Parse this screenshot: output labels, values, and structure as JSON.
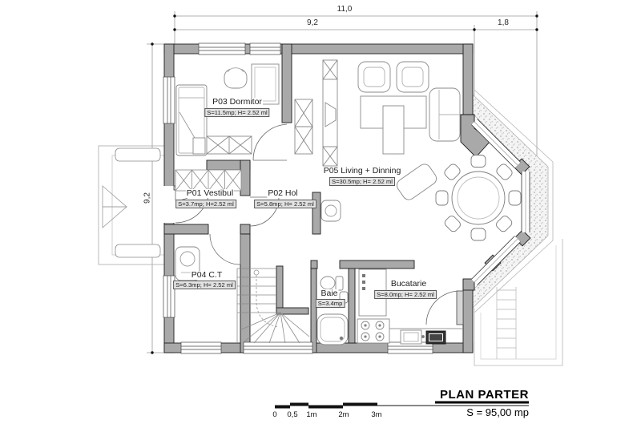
{
  "dimensions": {
    "top_total": "11,0",
    "top_left": "9,2",
    "top_right": "1,8",
    "left_height": "9,2"
  },
  "rooms": [
    {
      "id": "P03",
      "name": "P03 Dormitor",
      "details": "S=11.5mp; H= 2.52 ml"
    },
    {
      "id": "P01",
      "name": "P01 Vestibul",
      "details": "S=3.7mp; H=2.52 ml"
    },
    {
      "id": "P02",
      "name": "P02 Hol",
      "details": "S=5.8mp; H= 2.52 ml"
    },
    {
      "id": "P05",
      "name": "P05 Living + Dinning",
      "details": "S=30.5mp; H= 2.52 ml"
    },
    {
      "id": "P04",
      "name": "P04 C.T",
      "details": "S=6.3mp; H= 2.52 ml"
    },
    {
      "id": "BAIE",
      "name": "Baie",
      "details": "S=3.4mp"
    },
    {
      "id": "BUC",
      "name": "Bucatarie",
      "details": "S=8.0mp; H= 2.52 ml"
    }
  ],
  "scale_bar": {
    "labels": [
      "0",
      "0,5",
      "1m",
      "2m",
      "3m"
    ]
  },
  "title_block": {
    "title": "PLAN PARTER",
    "area": "S = 95,00 mp"
  },
  "colors": {
    "wall": "#a9a9a9",
    "wall_edge": "#1c1c1c",
    "furniture": "#8a8a8a",
    "dimension": "#8f8f8f"
  }
}
